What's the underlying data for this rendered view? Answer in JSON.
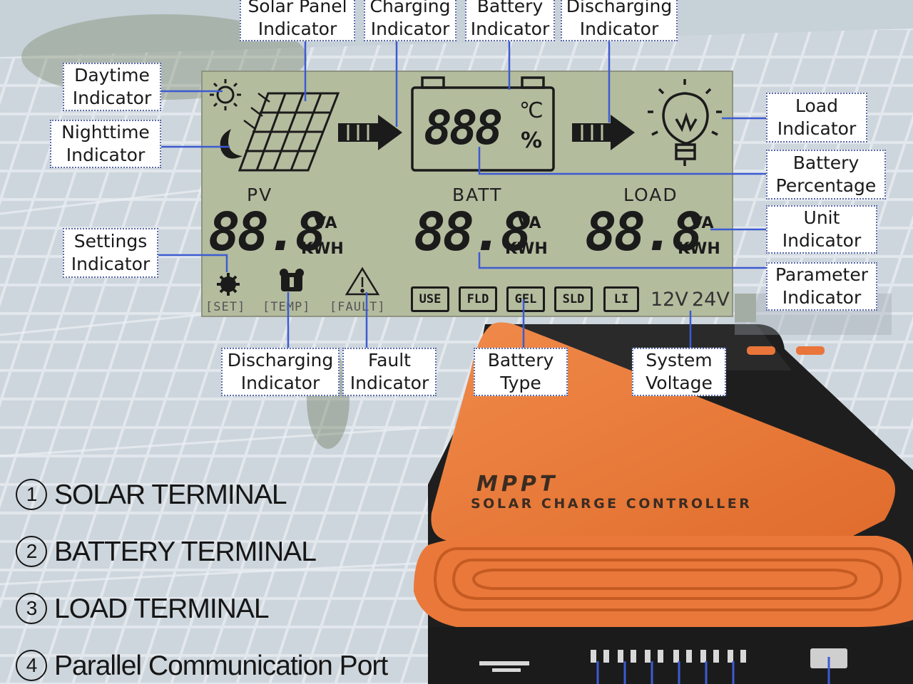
{
  "callouts": {
    "solar_panel": "Solar Panel\nIndicator",
    "charging": "Charging\nIndicator",
    "battery": "Battery\nIndicator",
    "discharging_top": "Discharging\nIndicator",
    "daytime": "Daytime\nIndicator",
    "nighttime": "Nighttime\nIndicator",
    "load": "Load\nIndicator",
    "battery_percentage": "Battery\nPercentage",
    "unit": "Unit\nIndicator",
    "parameter": "Parameter\nIndicator",
    "settings": "Settings\nIndicator",
    "discharging_bottom": "Discharging\nIndicator",
    "fault": "Fault\nIndicator",
    "battery_type": "Battery\nType",
    "system_voltage": "System\nVoltage"
  },
  "lcd": {
    "pv_label": "PV",
    "batt_label": "BATT",
    "load_label": "LOAD",
    "pv_digits": "88.8",
    "batt_digits": "88.8",
    "load_digits": "88.8",
    "center_digits": "888",
    "celsius": "℃",
    "percent": "%",
    "unit_va": "VA",
    "unit_kwh": "KWH",
    "set_label": "[SET]",
    "temp_label": "[TEMP]",
    "fault_label": "[FAULT]",
    "battery_types": [
      "USE",
      "FLD",
      "GEL",
      "SLD",
      "LI"
    ],
    "voltage_12": "12V",
    "voltage_24": "24V"
  },
  "terminals": [
    {
      "num": "1",
      "label": "SOLAR TERMINAL"
    },
    {
      "num": "2",
      "label": "BATTERY TERMINAL"
    },
    {
      "num": "3",
      "label": "LOAD TERMINAL"
    },
    {
      "num": "4",
      "label": "Parallel Communication Port"
    }
  ],
  "device": {
    "brand": "MPPT",
    "subtitle": "SOLAR CHARGE CONTROLLER"
  },
  "colors": {
    "lcd_background": "#b4bc9e",
    "device_orange": "#ea7a3a",
    "device_black": "#1e1e1e",
    "callout_border": "#5b6aa8"
  }
}
